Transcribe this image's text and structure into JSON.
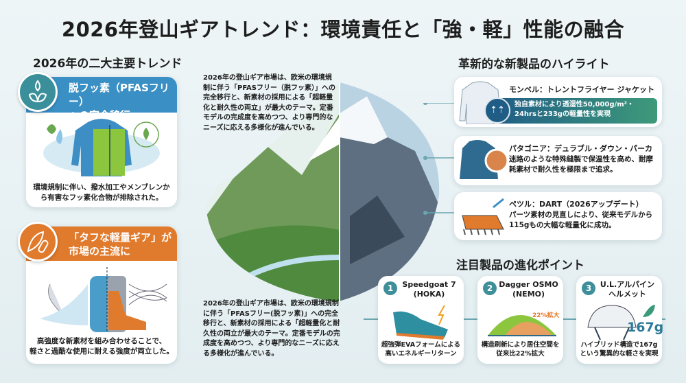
{
  "title": "2026年登山ギアトレンド：環境責任と「強・軽」性能の融合",
  "left": {
    "heading": "2026年の二大主要トレンド",
    "cards": [
      {
        "title_line1": "脱フッ素（PFASフリー）",
        "title_line2": "への完全移行",
        "caption_line1": "環境規制に伴い、撥水加工やメンブレンか",
        "caption_line2": "ら有害なフッ素化合物が排除された。",
        "color": "#3a8fc4",
        "icon": "leaf-drop-icon"
      },
      {
        "title_line1": "「タフな軽量ギア」が",
        "title_line2": "市場の主流に",
        "caption_line1": "高強度な新素材を組み合わせることで、",
        "caption_line2": "軽さと過酷な使用に耐える強度が両立した。",
        "color": "#e07a2c",
        "icon": "feather-carabiner-icon"
      }
    ]
  },
  "center": {
    "paragraph_top": "2026年の登山ギア市場は、欧米の環境規制に伴う「PFASフリー（脱フッ素）」への完全移行と、新素材の採用による「超軽量化と耐久性の両立」が最大のテーマ。定番モデルの完成度を高めつつ、より専門的なニーズに応える多様化が進んでいる。",
    "paragraph_bottom": "2026年の登山ギア市場は、欧米の環境規制に伴う「PFASフリー(脱フッ素)」への完全移行と、新素材の採用による「超軽量化と耐久性の両立が最大のテーマ。定番モデルの完成度を高めつつ、より専門的なニーズに応える多様化が進んでいる。"
  },
  "highlights": {
    "heading": "革新的な新製品のハイライト",
    "items": [
      {
        "title": "モンベル：トレントフライヤー ジャケット",
        "text": "独自素材により透湿性50,000g/m²・24hrsと233gの軽量性を実現"
      },
      {
        "title": "パタゴニア：デュラブル・ダウン・パーカ",
        "text": "迷路のような特殊縫製で保温性を高め、耐摩耗素材で耐久性を極限まで追求。"
      },
      {
        "title": "ペツル：DART（2026アップデート）",
        "text": "パーツ素材の見直しにより、従来モデルから115gもの大幅な軽量化に成功。"
      }
    ]
  },
  "points": {
    "heading": "注目製品の進化ポイント",
    "items": [
      {
        "num": "1",
        "title_line1": "Speedgoat 7",
        "title_line2": "(HOKA)",
        "caption_line1": "超強弾EVAフォームによる",
        "caption_line2": "高いエネルギーリターン"
      },
      {
        "num": "2",
        "title_line1": "Dagger OSMO",
        "title_line2": "(NEMO)",
        "caption_line1": "構造刷新により居住空間を",
        "caption_line2": "従来比22%拡大",
        "annotation": "22%拡大"
      },
      {
        "num": "3",
        "title_line1": "U.L.アルパイン",
        "title_line2": "ヘルメット",
        "caption_line1": "ハイブリッド構造で167g",
        "caption_line2": "という驚異的な軽さを実現",
        "annotation": "167g"
      }
    ]
  }
}
